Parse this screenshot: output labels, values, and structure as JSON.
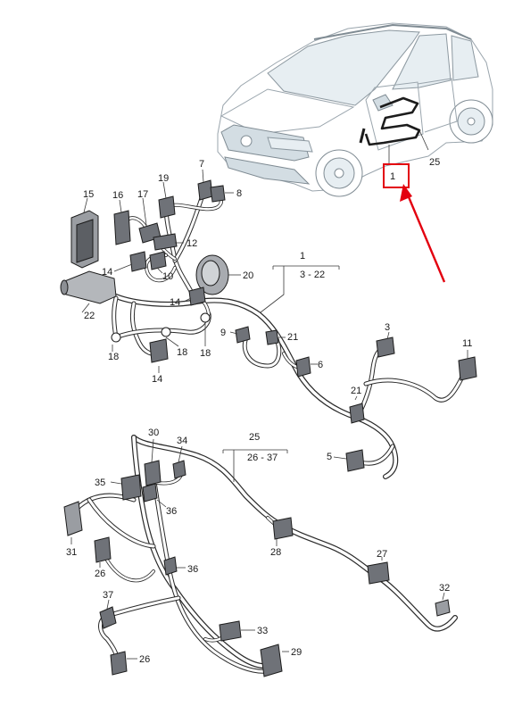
{
  "diagram": {
    "accent": "#e3000f",
    "car_callouts": [
      {
        "id": "car-callout-1",
        "text": "1",
        "boxed": true
      },
      {
        "id": "car-callout-25",
        "text": "25",
        "boxed": false
      }
    ],
    "upper_harness": {
      "group_label": "1",
      "range_label": "3 - 22",
      "callouts": [
        "15",
        "16",
        "17",
        "19",
        "7",
        "8",
        "12",
        "10",
        "14",
        "14",
        "20",
        "22",
        "18",
        "18",
        "18",
        "9",
        "21",
        "14",
        "3",
        "11",
        "6",
        "21",
        "5"
      ]
    },
    "lower_harness": {
      "group_label": "25",
      "range_label": "26 - 37",
      "callouts": [
        "30",
        "34",
        "35",
        "36",
        "31",
        "26",
        "36",
        "28",
        "27",
        "37",
        "32",
        "33",
        "26",
        "29"
      ]
    }
  }
}
